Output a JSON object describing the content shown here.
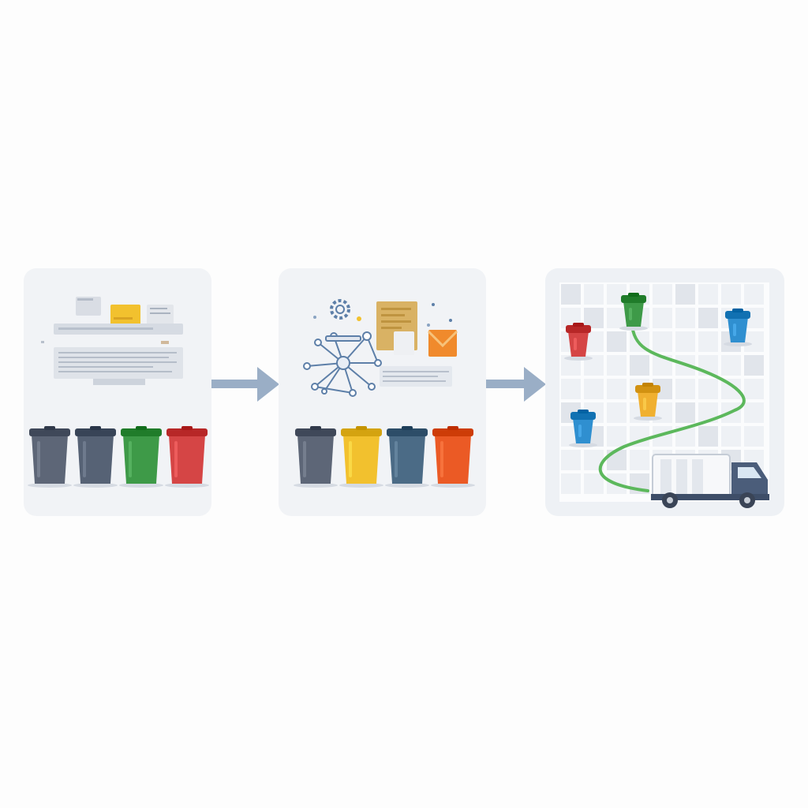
{
  "colors": {
    "background": "#fdfdfd",
    "panel": "#f1f3f6",
    "arrow": "#9aaec6",
    "route": "#5cb85c",
    "bin_dark_gray": "#5d6677",
    "bin_slate": "#566275",
    "bin_green": "#3e9a48",
    "bin_red": "#d54545",
    "bin_yellow": "#f2c12e",
    "bin_steel_blue": "#4b6b86",
    "bin_orange": "#eb5a25",
    "bin_blue": "#2f8fd0",
    "bin_amber": "#f0b030",
    "truck_cab": "#4b5d7a",
    "truck_body": "#f7f8fa"
  },
  "steps": [
    {
      "id": "sorting",
      "icons": [
        "document-icon",
        "report-icon"
      ],
      "bins": [
        "bin_dark_gray",
        "bin_slate",
        "bin_green",
        "bin_red"
      ]
    },
    {
      "id": "analysis",
      "icons": [
        "network-icon",
        "gear-icon",
        "document-icon",
        "envelope-icon"
      ],
      "bins": [
        "bin_dark_gray",
        "bin_yellow",
        "bin_steel_blue",
        "bin_orange"
      ]
    },
    {
      "id": "collection-route",
      "icons": [
        "map-icon",
        "route-icon",
        "truck-icon"
      ],
      "bins": [
        "bin_red",
        "bin_green",
        "bin_blue",
        "bin_amber",
        "bin_blue"
      ]
    }
  ],
  "connectors": [
    "arrow-right-icon",
    "arrow-right-icon"
  ]
}
